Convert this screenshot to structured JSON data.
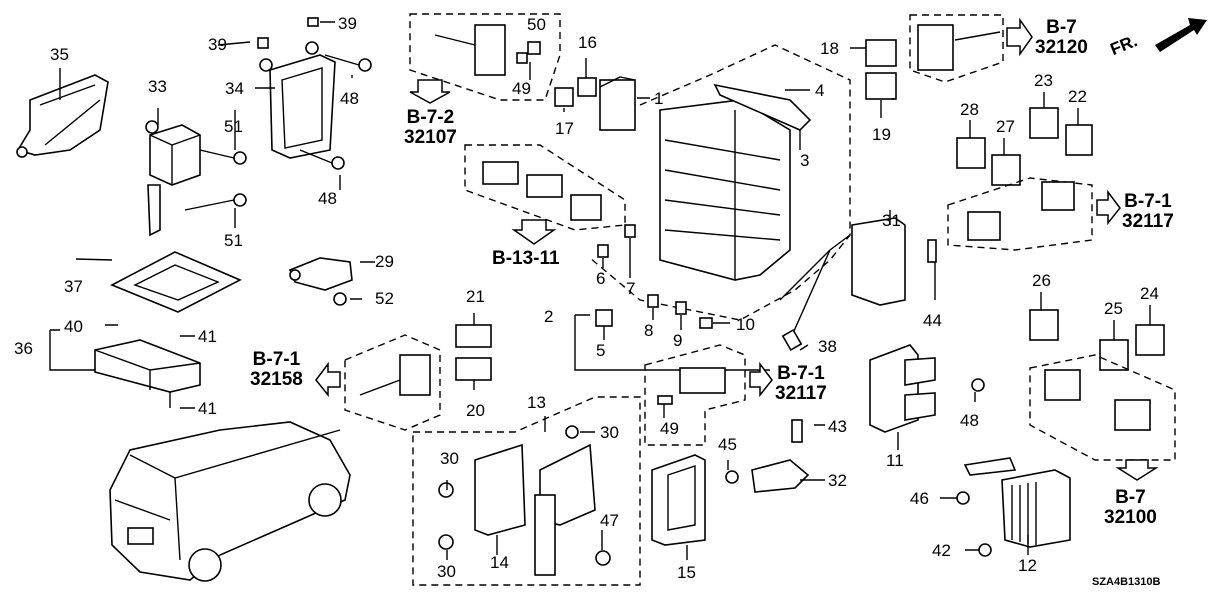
{
  "diagram": {
    "title_code": "SZA4B1310B",
    "direction_label": "FR.",
    "callouts": {
      "c1": "1",
      "c2": "2",
      "c3": "3",
      "c4": "4",
      "c5": "5",
      "c6": "6",
      "c7": "7",
      "c8": "8",
      "c9": "9",
      "c10": "10",
      "c11": "11",
      "c12": "12",
      "c13": "13",
      "c14": "14",
      "c15": "15",
      "c16": "16",
      "c17": "17",
      "c18": "18",
      "c19": "19",
      "c20": "20",
      "c21": "21",
      "c22": "22",
      "c23": "23",
      "c24": "24",
      "c25": "25",
      "c26": "26",
      "c27": "27",
      "c28": "28",
      "c29": "29",
      "c30a": "30",
      "c30b": "30",
      "c30c": "30",
      "c31": "31",
      "c32": "32",
      "c33": "33",
      "c34": "34",
      "c35": "35",
      "c36": "36",
      "c37": "37",
      "c38": "38",
      "c39a": "39",
      "c39b": "39",
      "c40": "40",
      "c41a": "41",
      "c41b": "41",
      "c42": "42",
      "c43": "43",
      "c44": "44",
      "c45": "45",
      "c46": "46",
      "c47": "47",
      "c48a": "48",
      "c48b": "48",
      "c48c": "48",
      "c49a": "49",
      "c49b": "49",
      "c50": "50",
      "c51a": "51",
      "c51b": "51",
      "c52": "52"
    },
    "references": [
      {
        "section": "B-7-2",
        "number": "32107"
      },
      {
        "section": "B-13-11",
        "number": ""
      },
      {
        "section": "B-7",
        "number": "32120"
      },
      {
        "section": "B-7-1",
        "number": "32117"
      },
      {
        "section": "B-7-1",
        "number": "32158"
      },
      {
        "section": "B-7-1",
        "number": "32117"
      },
      {
        "section": "B-7",
        "number": "32100"
      }
    ]
  }
}
